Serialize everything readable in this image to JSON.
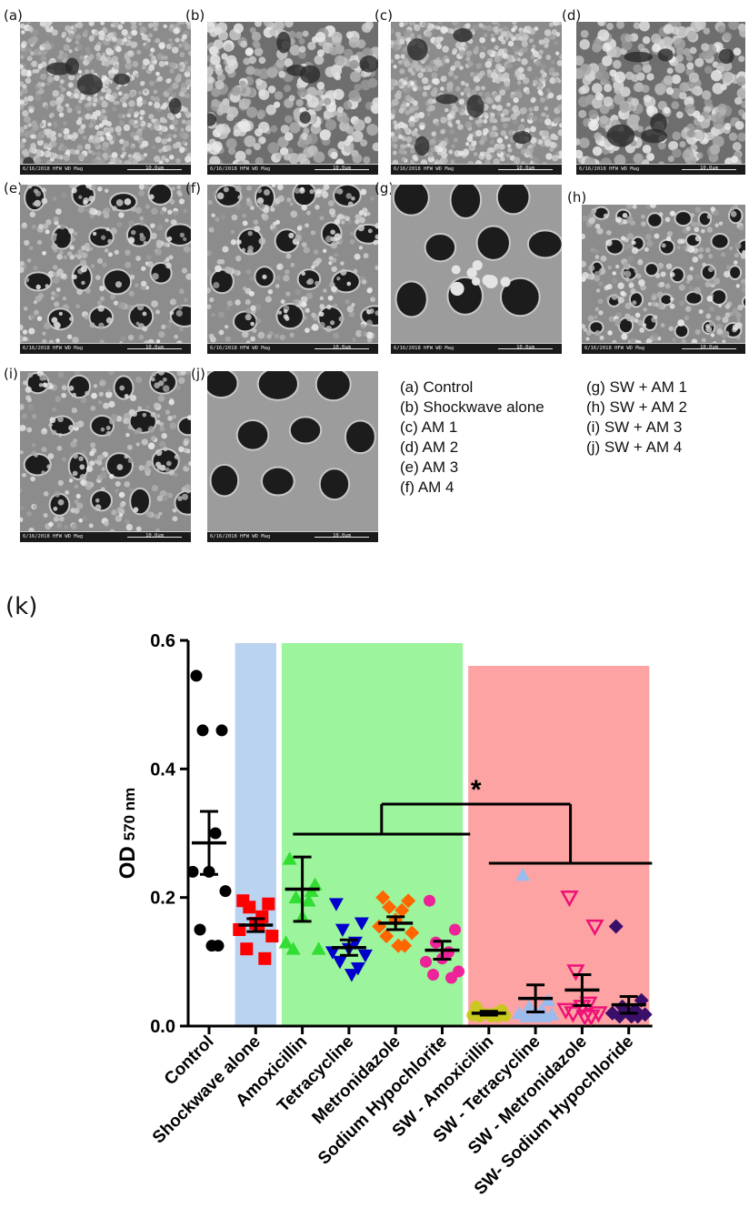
{
  "panels": [
    {
      "letter": "(a)",
      "type": "cocci",
      "scale_text": "6/16/2018  HFW  WD  Mag",
      "scale_len": "10.0µm"
    },
    {
      "letter": "(b)",
      "type": "clumps",
      "scale_text": "6/16/2018  HFW  WD  Mag",
      "scale_len": "10.0µm"
    },
    {
      "letter": "(c)",
      "type": "cocci",
      "scale_text": "6/16/2018  HFW  WD  Mag",
      "scale_len": "10.0µm"
    },
    {
      "letter": "(d)",
      "type": "clumps",
      "scale_text": "6/16/2018  HFW  WD  Mag",
      "scale_len": "10.0µm"
    },
    {
      "letter": "(e)",
      "type": "tubules-cocci",
      "scale_text": "6/16/2018  HFW  WD  Mag",
      "scale_len": "10.0µm"
    },
    {
      "letter": "(f)",
      "type": "tubules-cocci",
      "scale_text": "6/16/2018  HFW  WD  Mag",
      "scale_len": "10.0µm"
    },
    {
      "letter": "(g)",
      "type": "tubules-smooth",
      "scale_text": "6/16/2018  HFW  WD  Mag",
      "scale_len": "10.0µm"
    },
    {
      "letter": "(h)",
      "type": "tubules-small",
      "scale_text": "6/16/2018  HFW  WD  Mag",
      "scale_len": "10.0µm"
    },
    {
      "letter": "(i)",
      "type": "tubules-cocci",
      "scale_text": "6/16/2018  HFW  WD  Mag",
      "scale_len": "10.0µm"
    },
    {
      "letter": "(j)",
      "type": "tubules-smooth",
      "scale_text": "6/16/2018  HFW  WD  Mag",
      "scale_len": "10.0µm"
    }
  ],
  "legend": {
    "left": [
      "(a) Control",
      "(b) Shockwave alone",
      "(c) AM 1",
      "(d) AM 2",
      "(e) AM 3",
      "(f) AM 4"
    ],
    "right": [
      "(g) SW + AM 1",
      "(h) SW + AM 2",
      "(i) SW + AM 3",
      "(j) SW + AM 4"
    ]
  },
  "chart_label": "(k)",
  "chart_data": {
    "type": "scatter",
    "ylabel": "OD",
    "ylabel_sub": "570 nm",
    "ylim": [
      0,
      0.6
    ],
    "yticks": [
      "0.0",
      "0.2",
      "0.4",
      "0.6"
    ],
    "significance": "*",
    "shaded_groups": [
      {
        "from": 1,
        "to": 1,
        "color": "#b9d3f0"
      },
      {
        "from": 2,
        "to": 5,
        "color": "#9cf59c"
      },
      {
        "from": 6,
        "to": 9,
        "color": "#fda3a3"
      }
    ],
    "series": [
      {
        "category": "Control",
        "marker": "circle",
        "color": "#000000",
        "values": [
          0.545,
          0.46,
          0.46,
          0.3,
          0.24,
          0.24,
          0.21,
          0.15,
          0.125,
          0.125
        ],
        "mean": 0.285,
        "sem": 0.049
      },
      {
        "category": "Shockwave alone",
        "marker": "square",
        "color": "#ff0000",
        "values": [
          0.195,
          0.19,
          0.185,
          0.17,
          0.16,
          0.15,
          0.14,
          0.12,
          0.105,
          0.155
        ],
        "mean": 0.157,
        "sem": 0.01
      },
      {
        "category": "Amoxicillin",
        "marker": "triangle-up",
        "color": "#33dd33",
        "values": [
          0.26,
          0.22,
          0.2,
          0.195,
          0.17,
          0.13,
          0.12,
          0.12,
          0.21
        ],
        "mean": 0.213,
        "sem": 0.05
      },
      {
        "category": "Tetracycline",
        "marker": "triangle-down",
        "color": "#0000cc",
        "values": [
          0.19,
          0.16,
          0.15,
          0.13,
          0.12,
          0.115,
          0.11,
          0.1,
          0.09,
          0.08
        ],
        "mean": 0.122,
        "sem": 0.012
      },
      {
        "category": "Metronidazole",
        "marker": "diamond",
        "color": "#ff6600",
        "values": [
          0.2,
          0.195,
          0.185,
          0.18,
          0.165,
          0.155,
          0.145,
          0.14,
          0.125,
          0.125
        ],
        "mean": 0.16,
        "sem": 0.01
      },
      {
        "category": "Sodium Hypochlorite",
        "marker": "circle",
        "color": "#ee2299",
        "values": [
          0.195,
          0.15,
          0.13,
          0.115,
          0.105,
          0.1,
          0.085,
          0.08,
          0.075
        ],
        "mean": 0.118,
        "sem": 0.014
      },
      {
        "category": "SW - Amoxicillin",
        "marker": "circle",
        "color": "#c8c820",
        "values": [
          0.03,
          0.025,
          0.02,
          0.02,
          0.018,
          0.017,
          0.016,
          0.015,
          0.015,
          0.015
        ],
        "mean": 0.02,
        "sem": 0.003
      },
      {
        "category": "SW - Tetracycline",
        "marker": "triangle-up",
        "color": "#99bbee",
        "values": [
          0.235,
          0.04,
          0.03,
          0.025,
          0.02,
          0.02,
          0.018,
          0.015,
          0.015,
          0.015
        ],
        "mean": 0.043,
        "sem": 0.021
      },
      {
        "category": "SW - Metronidazole",
        "marker": "triangle-down-open",
        "color": "#ee1177",
        "values": [
          0.2,
          0.155,
          0.085,
          0.035,
          0.03,
          0.025,
          0.02,
          0.02,
          0.015,
          0.015
        ],
        "mean": 0.056,
        "sem": 0.024
      },
      {
        "category": "SW- Sodium Hypochloride",
        "marker": "diamond",
        "color": "#3a0f6a",
        "values": [
          0.155,
          0.04,
          0.03,
          0.025,
          0.02,
          0.02,
          0.018,
          0.015,
          0.015,
          0.015
        ],
        "mean": 0.033,
        "sem": 0.013
      }
    ]
  }
}
